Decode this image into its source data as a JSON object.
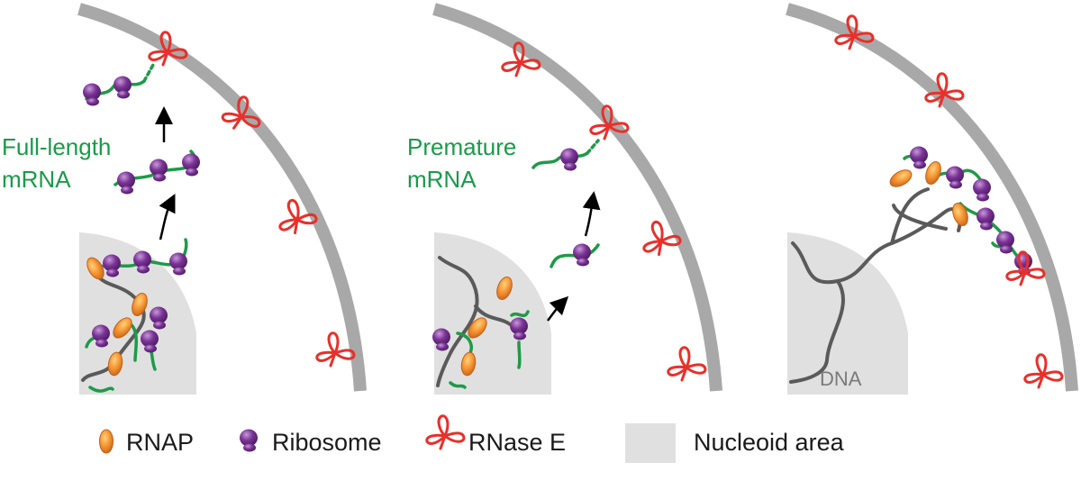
{
  "panels": [
    {
      "label_line1": "Full-length",
      "label_line2": "mRNA"
    },
    {
      "label_line1": "Premature",
      "label_line2": "mRNA"
    },
    {
      "dna_label": "DNA"
    }
  ],
  "legend": {
    "rnap": "RNAP",
    "ribosome": "Ribosome",
    "rnase_e": "RNase E",
    "nucleoid": "Nucleoid area"
  },
  "colors": {
    "membrane": "#a8a8a8",
    "nucleoid": "#e0e0e0",
    "rnap": "#f08a2a",
    "ribosome": "#7a3396",
    "rnase_e": "#e8302a",
    "mrna": "#1e9a48",
    "dna": "#5a5a5a",
    "label_green": "#1a9a4a"
  },
  "icons": [
    "rnap-icon",
    "ribosome-icon",
    "rnase-e-icon",
    "nucleoid-swatch-icon",
    "arrow-icon"
  ]
}
